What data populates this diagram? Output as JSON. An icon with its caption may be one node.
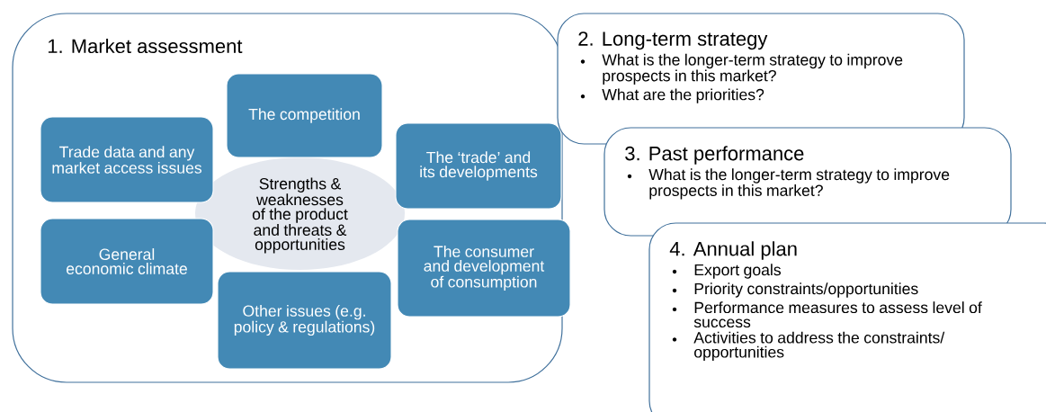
{
  "diagram": {
    "nodes": [
      {
        "text": [
          "1. Market assessment"
        ]
      },
      {
        "text": [
          "The competition"
        ],
        "in": 0
      },
      {
        "text": [
          "Trade data and any market access issues"
        ],
        "in": 0
      },
      {
        "text": [
          "The ‘trade’ and its developments"
        ],
        "in": 0
      },
      {
        "text": [
          "Strengths & weaknesses of the product and threats & opportunities"
        ],
        "in": 0
      },
      {
        "text": [
          "General economic climate"
        ],
        "in": 0
      },
      {
        "text": [
          "The consumer and development of consumption"
        ],
        "in": 0
      },
      {
        "text": [
          "Other issues (e.g. policy & regulations)"
        ],
        "in": 0
      },
      {
        "text": [
          "2. Long-term strategy",
          "What is the longer-term strategy to improve prospects in this market?",
          "What are the priorities?"
        ]
      },
      {
        "text": [
          "3. Past performance",
          "What is the longer-term strategy to improve prospects in this market?"
        ]
      },
      {
        "text": [
          "4. Annual plan",
          "Export goals",
          "Priority constraints/opportunities",
          "Performance measures to assess level of success",
          "Activities to address the constraints/ opportunities"
        ]
      }
    ],
    "edges": []
  }
}
